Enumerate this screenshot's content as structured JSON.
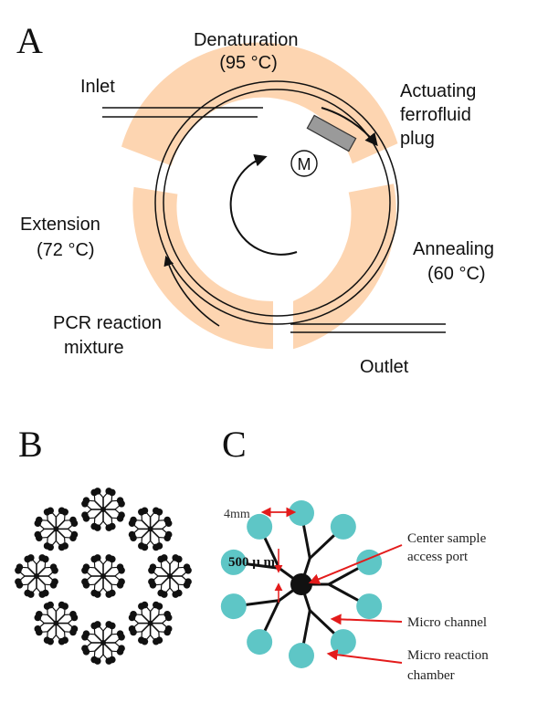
{
  "colors": {
    "heater": "#fdd5b1",
    "chamber": "#5ec6c6",
    "arrow_red": "#e31b1b",
    "ink": "#111111",
    "plug": "#9a9a9a"
  },
  "panels": {
    "a": {
      "letter": "A",
      "denaturation": [
        "Denaturation",
        "(95 °C)"
      ],
      "inlet": "Inlet",
      "plug": [
        "Actuating",
        "ferrofluid",
        "plug"
      ],
      "motor": "M",
      "extension": [
        "Extension",
        "(72 °C)"
      ],
      "annealing": [
        "Annealing",
        "(60 °C)"
      ],
      "mixture": [
        "PCR reaction",
        "mixture"
      ],
      "outlet": "Outlet"
    },
    "b": {
      "letter": "B"
    },
    "c": {
      "letter": "C",
      "width": "4mm",
      "channel_dim": "500 μ m",
      "center_port": [
        "Center sample",
        "access port"
      ],
      "micro_channel": "Micro channel",
      "micro_chamber": [
        "Micro reaction",
        "chamber"
      ]
    }
  }
}
